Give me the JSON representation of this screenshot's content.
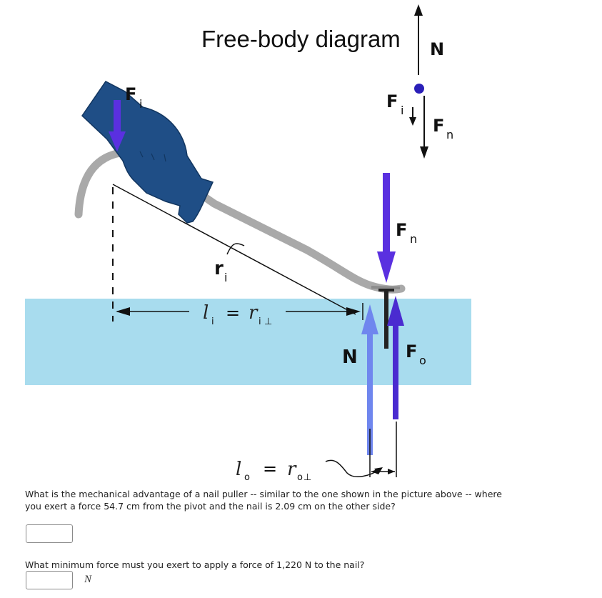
{
  "figure": {
    "title": "Free-body diagram",
    "labels": {
      "N": "N",
      "F": "F",
      "i": "i",
      "n": "n",
      "o": "o",
      "r": "r",
      "l": "l",
      "perp": "⊥",
      "equals": "="
    }
  },
  "questions": [
    {
      "text_line1": "What is the mechanical advantage of a nail puller -- similar to the one shown in the picture above -- where",
      "text_line2": "you exert a force 54.7 cm from the pivot and the nail is 2.09 cm on the other side?",
      "answer": "",
      "unit": ""
    },
    {
      "text_line1": "What minimum force must you exert to apply a force of 1,220 N to the nail?",
      "answer": "",
      "unit": "N"
    }
  ],
  "colors": {
    "water": "#a8dcee",
    "hand": "#1f4e86",
    "arrow_purple": "#5a30e0",
    "arrow_blue": "#6f86ee",
    "bar": "#a9a9a9",
    "dot": "#2a1fb8"
  }
}
